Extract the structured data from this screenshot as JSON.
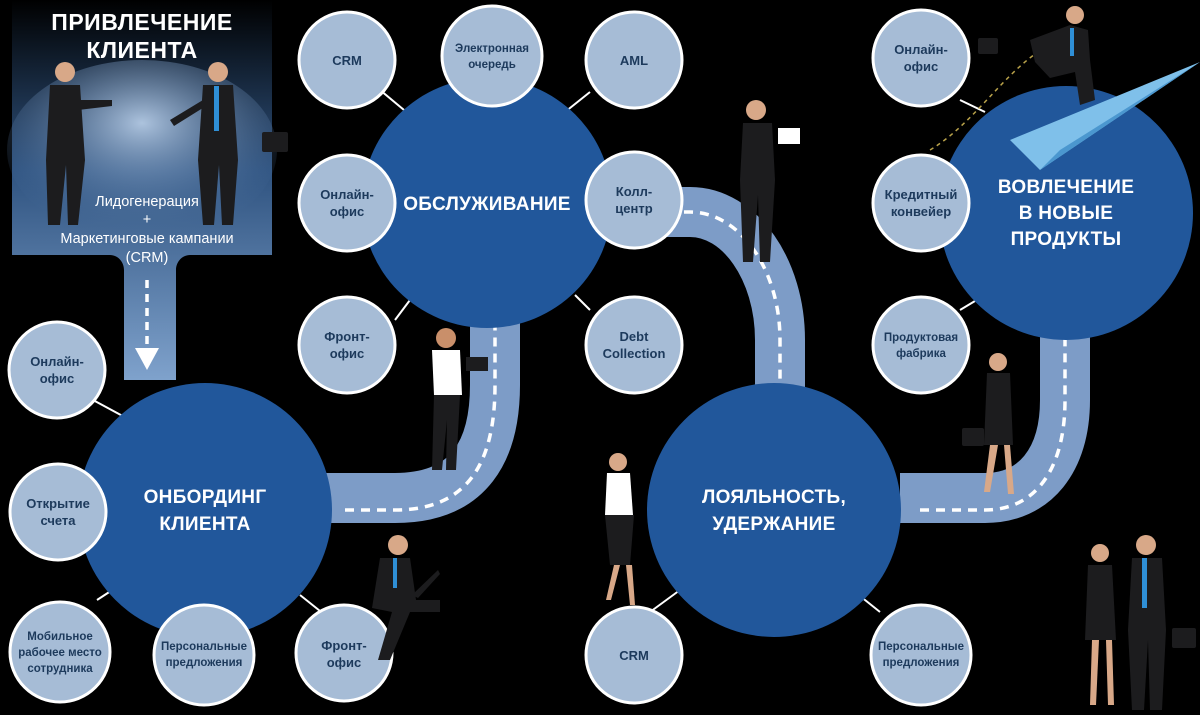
{
  "acquisition": {
    "title_line1": "ПРИВЛЕЧЕНИЕ",
    "title_line2": "КЛИЕНТА",
    "text_line1": "Лидогенерация",
    "text_line2": "+",
    "text_line3": "Маркетинговые кампании",
    "text_line4": "(CRM)"
  },
  "stages": {
    "onboarding": {
      "line1": "ОНБОРДИНГ",
      "line2": "КЛИЕНТА"
    },
    "service": {
      "line1": "ОБСЛУЖИВАНИЕ"
    },
    "loyalty": {
      "line1": "ЛОЯЛЬНОСТЬ,",
      "line2": "УДЕРЖАНИЕ"
    },
    "engagement": {
      "line1": "ВОВЛЕЧЕНИЕ",
      "line2": "В НОВЫЕ",
      "line3": "ПРОДУКТЫ"
    }
  },
  "onboarding_nodes": {
    "online_office": {
      "line1": "Онлайн-",
      "line2": "офис"
    },
    "account_opening": {
      "line1": "Открытие",
      "line2": "счета"
    },
    "mobile_workplace": {
      "line1": "Мобильное",
      "line2": "рабочее место",
      "line3": "сотрудника"
    },
    "personal_offers": {
      "line1": "Персональные",
      "line2": "предложения"
    },
    "front_office": {
      "line1": "Фронт-",
      "line2": "офис"
    }
  },
  "service_nodes": {
    "crm": {
      "line1": "CRM"
    },
    "e_queue": {
      "line1": "Электронная",
      "line2": "очередь"
    },
    "aml": {
      "line1": "AML"
    },
    "online_office": {
      "line1": "Онлайн-",
      "line2": "офис"
    },
    "call_center": {
      "line1": "Колл-",
      "line2": "центр"
    },
    "front_office": {
      "line1": "Фронт-",
      "line2": "офис"
    },
    "debt_collection": {
      "line1": "Debt",
      "line2": "Collection"
    }
  },
  "loyalty_nodes": {
    "crm": {
      "line1": "CRM"
    },
    "personal_offers": {
      "line1": "Персональные",
      "line2": "предложения"
    }
  },
  "engagement_nodes": {
    "online_office": {
      "line1": "Онлайн-",
      "line2": "офис"
    },
    "credit_pipeline": {
      "line1": "Кредитный",
      "line2": "конвейер"
    },
    "product_factory": {
      "line1": "Продуктовая",
      "line2": "фабрика"
    }
  },
  "colors": {
    "big_circle": "#21579b",
    "small_circle": "#a6bcd6",
    "small_ring": "#ffffff",
    "path": "#7d9cc7",
    "suit": "#1c1c1e"
  }
}
